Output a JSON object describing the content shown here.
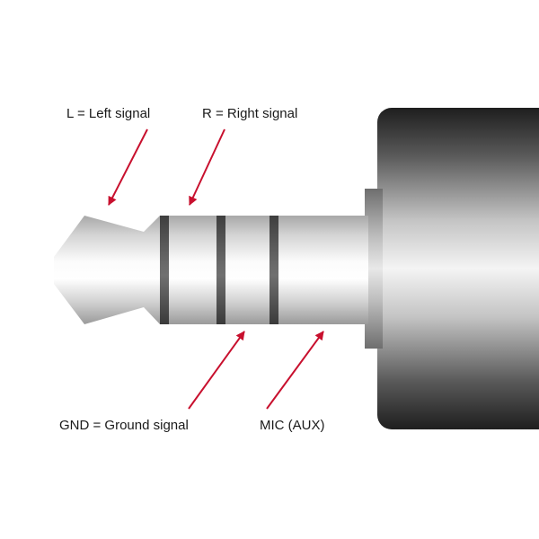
{
  "labels": {
    "left": "L = Left signal",
    "right": "R = Right signal",
    "ground": "GND = Ground signal",
    "mic": "MIC (AUX)"
  },
  "colors": {
    "arrow": "#c8102e",
    "ring": "#5a5a5a",
    "text": "#1a1a1a"
  }
}
